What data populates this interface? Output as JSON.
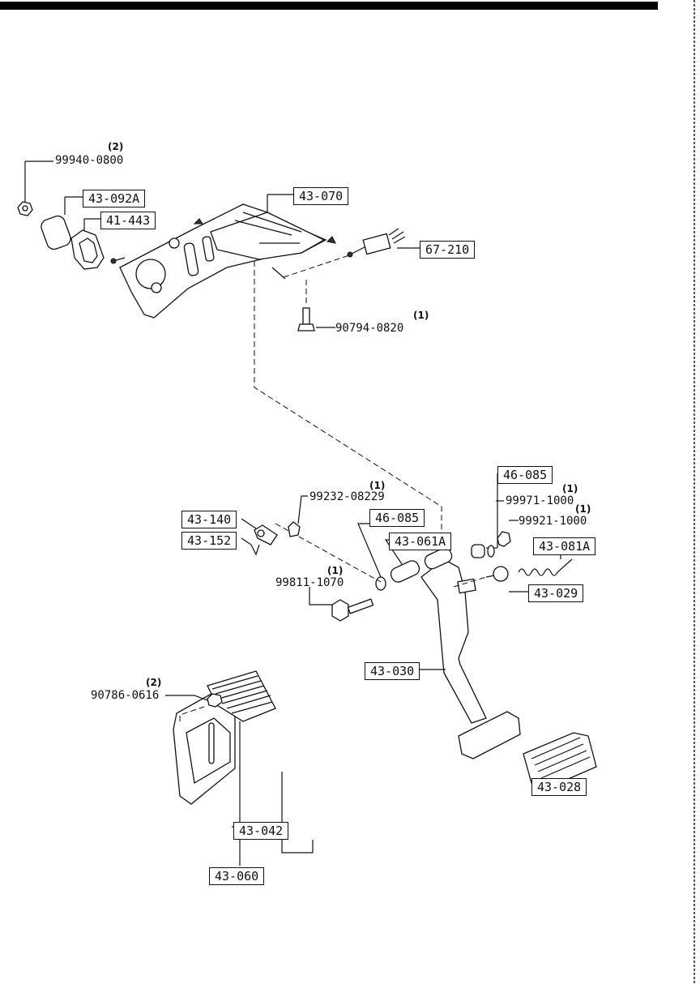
{
  "parts": {
    "p43_092A": "43-092A",
    "p41_443": "41-443",
    "p43_070": "43-070",
    "p67_210": "67-210",
    "p46_085_top": "46-085",
    "p43_140": "43-140",
    "p43_152": "43-152",
    "p46_085_mid": "46-085",
    "p43_061A": "43-061A",
    "p43_081A": "43-081A",
    "p43_029": "43-029",
    "p43_030": "43-030",
    "p43_028": "43-028",
    "p43_042": "43-042",
    "p43_060": "43-060"
  },
  "numbers": {
    "n99940": "99940-0800",
    "n90794": "90794-0820",
    "n99232": "99232-08229",
    "n99971": "99971-1000",
    "n99921": "99921-1000",
    "n99811": "99811-1070",
    "n90786": "90786-0616"
  },
  "quantities": {
    "q99940": "(2)",
    "q90794": "(1)",
    "q99232": "(1)",
    "q99971": "(1)",
    "q99921": "(1)",
    "q99811": "(1)",
    "q90786": "(2)"
  }
}
